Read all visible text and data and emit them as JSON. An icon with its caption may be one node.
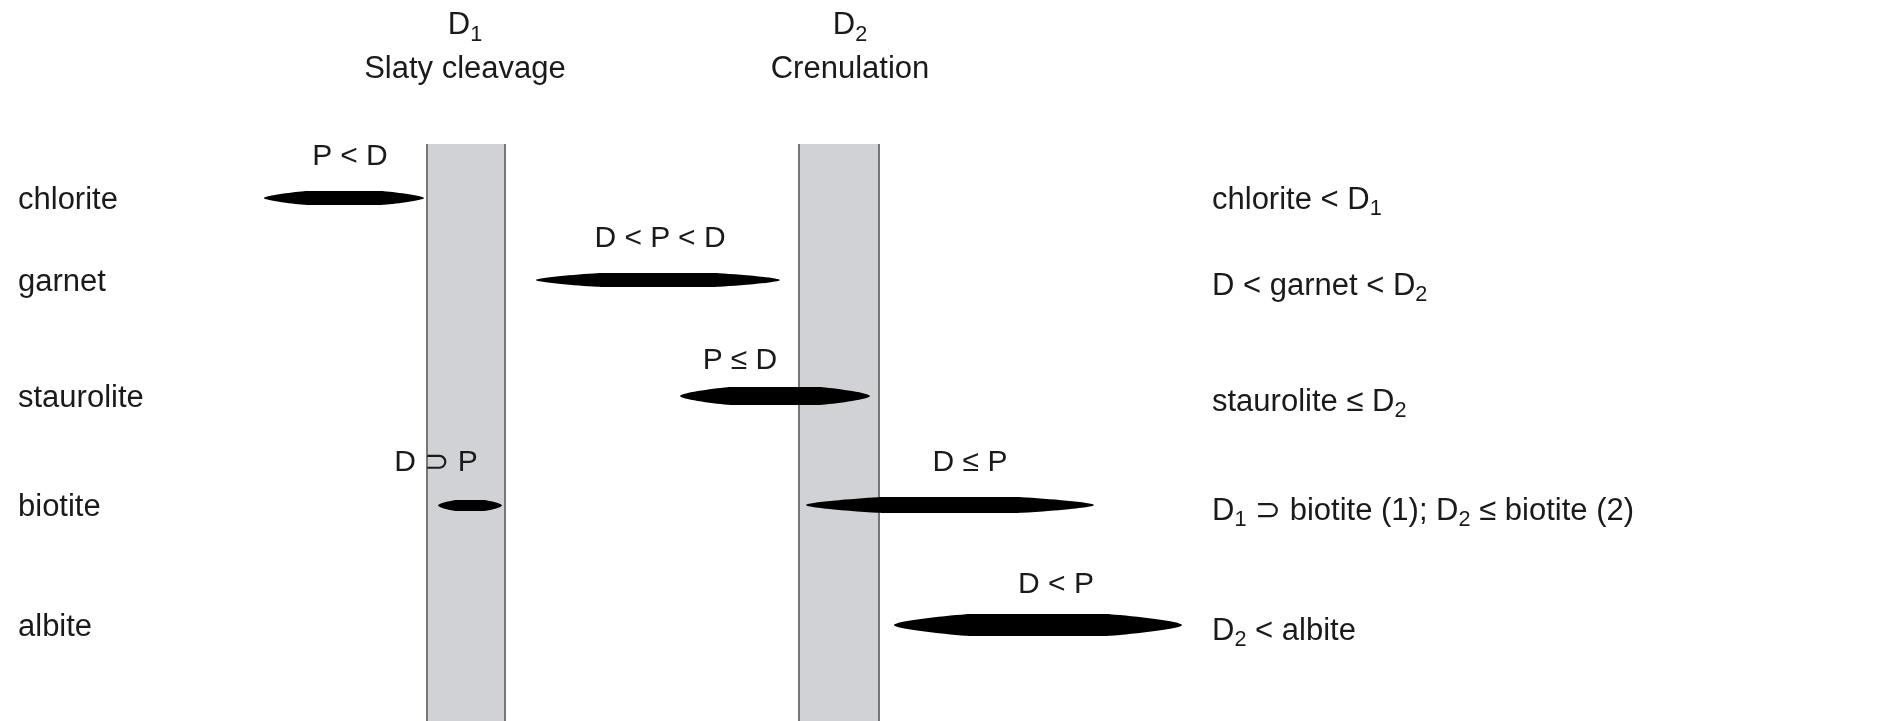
{
  "diagram": {
    "nodes": [
      {
        "text": [
          "D$_{1}$",
          "Slaty cleavage"
        ]
      },
      {
        "text": [
          "D$_{2}$",
          "Crenulation"
        ]
      },
      {
        "text": [
          "P < D"
        ]
      },
      {
        "text": [
          "D < P < D"
        ]
      },
      {
        "text": [
          "P ≤ D"
        ]
      },
      {
        "text": [
          "D ⊃ P"
        ],
        "in": 0
      },
      {
        "text": [
          "D ≤ P"
        ]
      },
      {
        "text": [
          "D < P"
        ]
      }
    ],
    "labels": [
      "chlorite",
      "chlorite < D$_{1}$",
      "garnet",
      "D < garnet < D$_{2}$",
      "staurolite",
      "staurolite ≤ D$_{2}$",
      "biotite",
      "D$_{1}$ ⊃ biotite (1); D$_{2}$ ≤ biotite (2)",
      "albite",
      "D$_{2}$ < albite"
    ]
  }
}
